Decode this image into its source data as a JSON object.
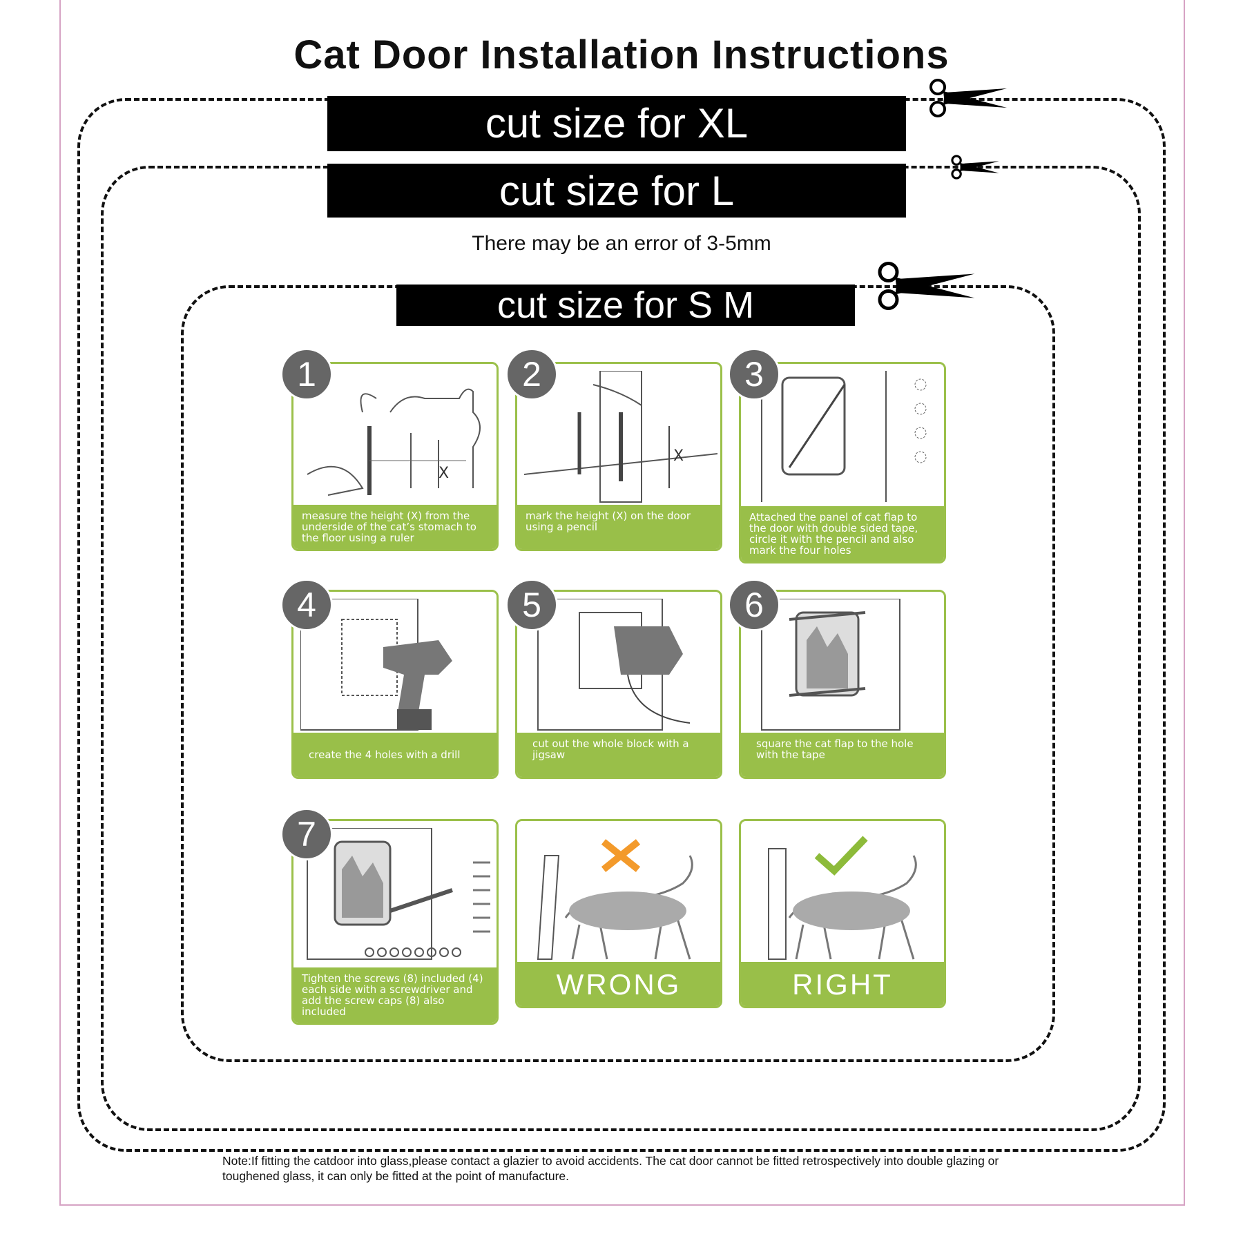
{
  "title": "Cat Door Installation Instructions",
  "cut_labels": {
    "xl": "cut size for XL",
    "l": "cut size for L",
    "sm": "cut size for S M"
  },
  "error_note": "There may be an error of 3-5mm",
  "steps": [
    {
      "number": "1",
      "caption": "measure the height (X) from the underside of the cat’s stomach to the floor using a ruler"
    },
    {
      "number": "2",
      "caption": "mark the height (X) on the door using a pencil"
    },
    {
      "number": "3",
      "caption": "Attached the panel of cat flap to the door with double sided tape, circle it with the pencil and also mark the four holes"
    },
    {
      "number": "4",
      "caption": "create the 4 holes with a drill"
    },
    {
      "number": "5",
      "caption": "cut out the whole block with a jigsaw"
    },
    {
      "number": "6",
      "caption": "square the cat flap to the hole with the tape"
    },
    {
      "number": "7",
      "caption": "Tighten the screws (8) included (4) each side with a screwdriver and add the screw caps (8) also included"
    }
  ],
  "wrong_label": "WRONG",
  "right_label": "RIGHT",
  "footnote": "Note:If fitting the catdoor into glass,please contact a glazier to avoid accidents. The cat door cannot be fitted retrospectively into double glazing or toughened glass, it can only be fitted at the point of manufacture.",
  "colors": {
    "accent_green": "#99bf49",
    "badge_gray": "#666666",
    "wrong_orange": "#f39a2b",
    "right_green": "#8dbb3a"
  }
}
